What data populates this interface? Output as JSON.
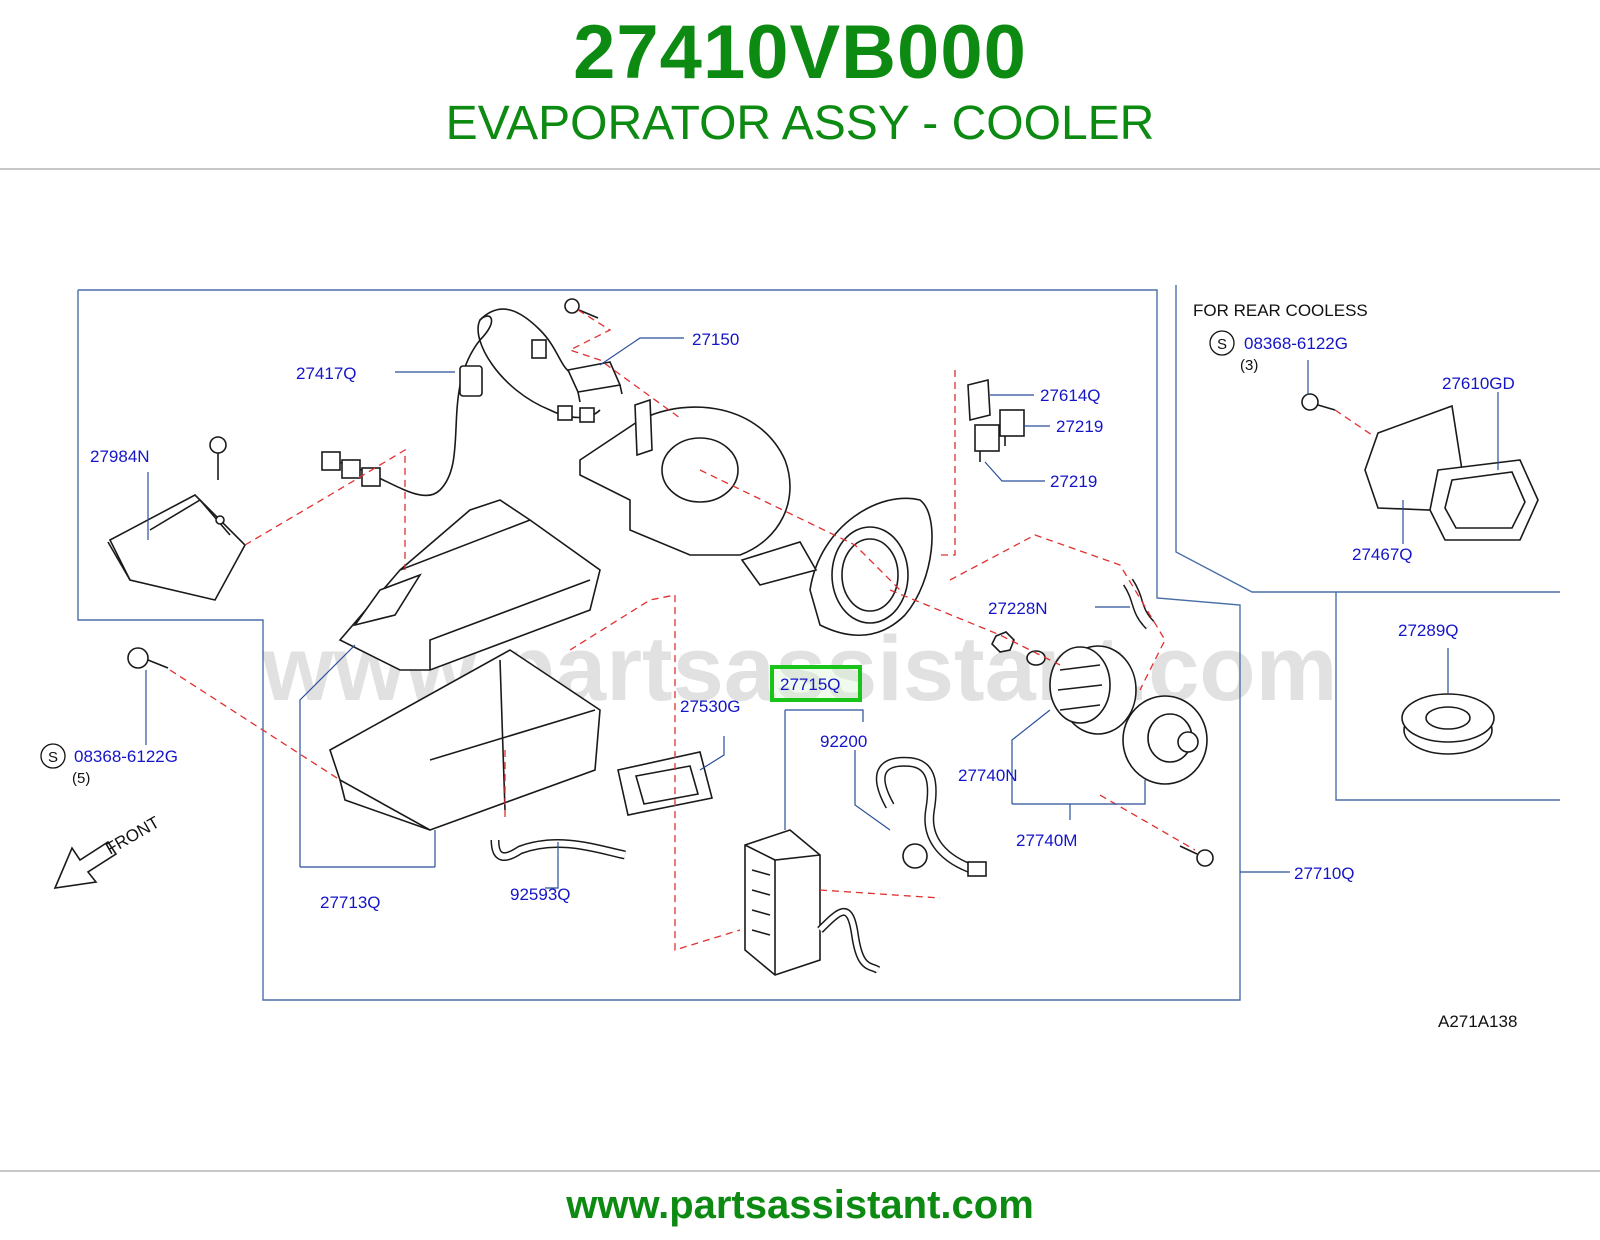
{
  "header": {
    "part_number": "27410VB000",
    "title": "EVAPORATOR ASSY - COOLER"
  },
  "diagram": {
    "watermark": "www.partsassistant.com",
    "figure_code": "A271A138",
    "front_label": "FRONT",
    "inset_title": "FOR   REAR   COOLESS",
    "highlighted": "27715Q",
    "callouts": {
      "c27150": "27150",
      "c27417Q": "27417Q",
      "c27984N": "27984N",
      "c27614Q": "27614Q",
      "c27219a": "27219",
      "c27219b": "27219",
      "c27228N": "27228N",
      "c27715Q": "27715Q",
      "c27530G": "27530G",
      "c92200": "92200",
      "c27740N": "27740N",
      "c27740M": "27740M",
      "c27710Q": "27710Q",
      "c27713Q": "27713Q",
      "c92593Q": "92593Q",
      "c08368a": "08368-6122G",
      "c08368a_qty": "(5)",
      "c08368b": "08368-6122G",
      "c08368b_qty": "(3)",
      "c27610GD": "27610GD",
      "c27467Q": "27467Q",
      "c27289Q": "27289Q"
    },
    "s_marker": "S"
  },
  "footer": {
    "url": "www.partsassistant.com"
  }
}
